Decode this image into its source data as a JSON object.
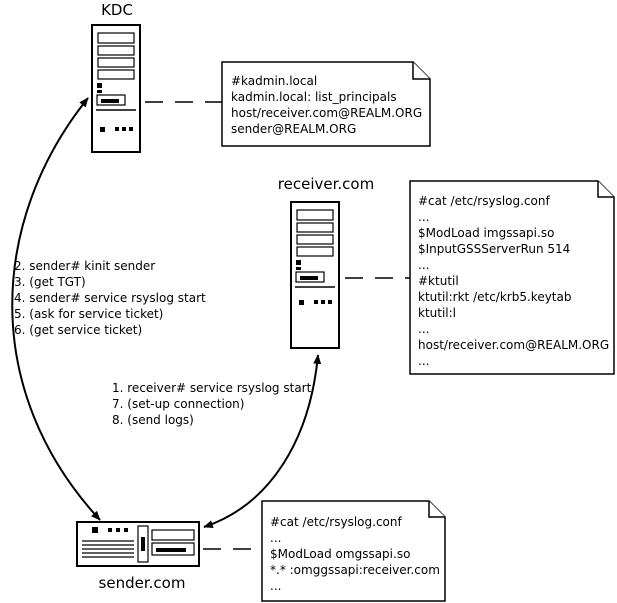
{
  "nodes": {
    "kdc": {
      "label": "KDC"
    },
    "receiver": {
      "label": "receiver.com"
    },
    "sender": {
      "label": "sender.com"
    }
  },
  "notes": {
    "kdc_note": [
      "#kadmin.local",
      "kadmin.local: list_principals",
      "host/receiver.com@REALM.ORG",
      "sender@REALM.ORG"
    ],
    "receiver_note": [
      "#cat /etc/rsyslog.conf",
      "...",
      "$ModLoad imgssapi.so",
      "$InputGSSServerRun 514",
      "...",
      "#ktutil",
      "ktutil:rkt /etc/krb5.keytab",
      "ktutil:l",
      "...",
      "host/receiver.com@REALM.ORG",
      "..."
    ],
    "sender_note": [
      "#cat /etc/rsyslog.conf",
      "...",
      "$ModLoad omgssapi.so",
      "*.* :omggssapi:receiver.com",
      "..."
    ]
  },
  "steps": {
    "sender_kdc": [
      "2. sender# kinit sender",
      "3. (get  TGT)",
      "4. sender# service rsyslog start",
      "5. (ask for service ticket)",
      "6. (get service ticket)"
    ],
    "sender_receiver": [
      "1. receiver# service rsyslog start",
      "7. (set-up connection)",
      "8. (send logs)"
    ]
  }
}
